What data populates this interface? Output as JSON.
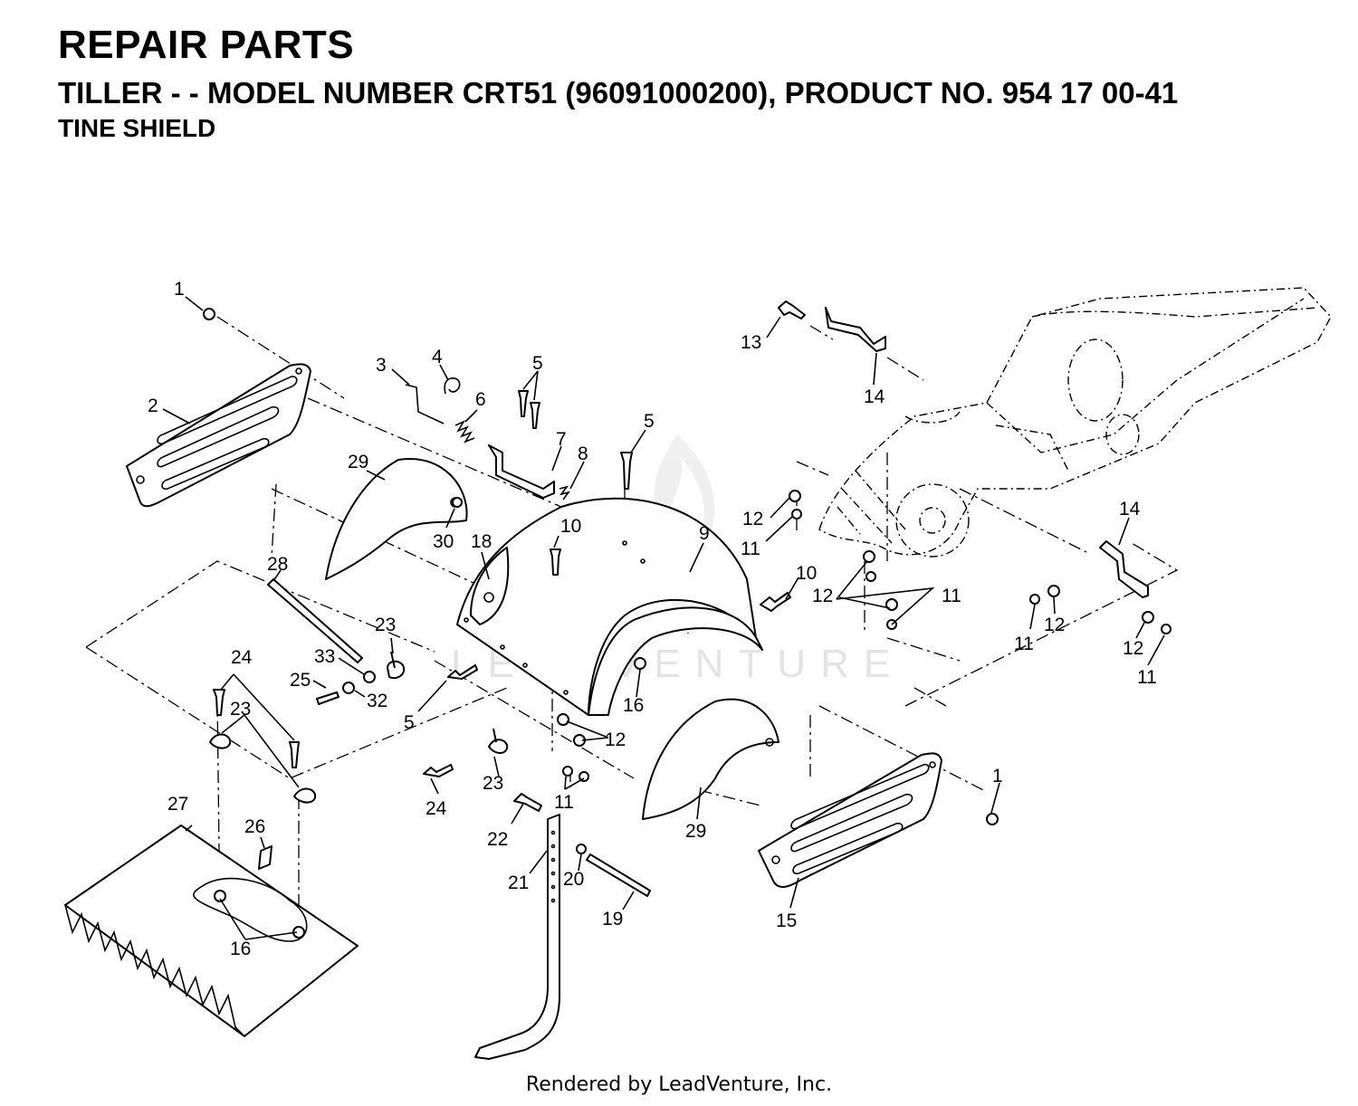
{
  "header": {
    "title": "REPAIR PARTS",
    "subtitle": "TILLER - - MODEL NUMBER CRT51 (96091000200), PRODUCT NO. 954 17 00-41",
    "section": "TINE SHIELD"
  },
  "watermark": "LEADVENTURE",
  "footer": "Rendered by LeadVenture, Inc.",
  "callouts": {
    "c1a": "1",
    "c1b": "1",
    "c2": "2",
    "c3": "3",
    "c4": "4",
    "c5a": "5",
    "c5b": "5",
    "c5c": "5",
    "c6": "6",
    "c7": "7",
    "c8": "8",
    "c9": "9",
    "c10a": "10",
    "c10b": "10",
    "c11a": "11",
    "c11b": "11",
    "c11c": "11",
    "c11d": "11",
    "c11e": "11",
    "c12a": "12",
    "c12b": "12",
    "c12c": "12",
    "c12d": "12",
    "c12e": "12",
    "c13": "13",
    "c14a": "14",
    "c14b": "14",
    "c15": "15",
    "c16a": "16",
    "c16b": "16",
    "c18": "18",
    "c19": "19",
    "c20": "20",
    "c21": "21",
    "c22": "22",
    "c23a": "23",
    "c23b": "23",
    "c23c": "23",
    "c24a": "24",
    "c24b": "24",
    "c25": "25",
    "c26": "26",
    "c27": "27",
    "c28": "28",
    "c29a": "29",
    "c29b": "29",
    "c30": "30",
    "c32": "32",
    "c33": "33"
  }
}
